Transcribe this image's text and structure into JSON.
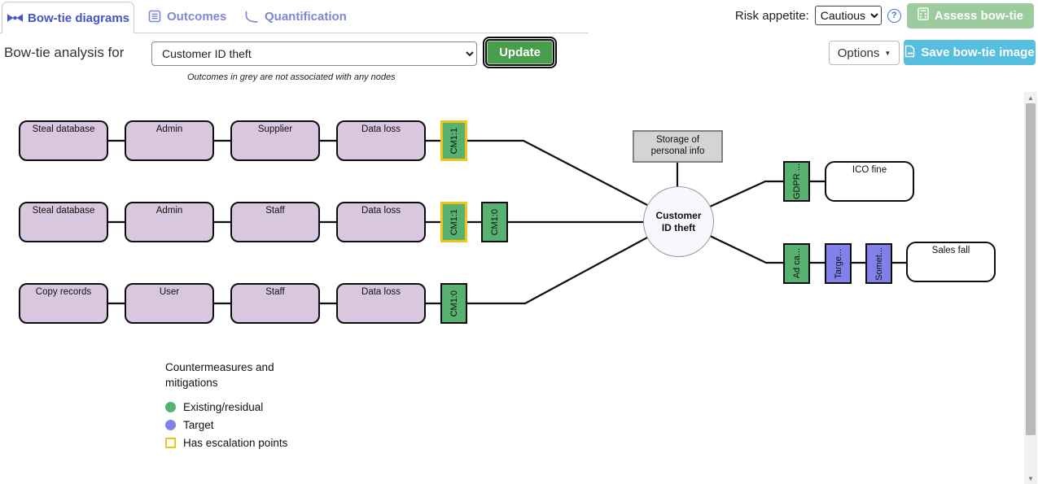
{
  "tabs": [
    {
      "label": "Bow-tie diagrams",
      "active": true
    },
    {
      "label": "Outcomes",
      "active": false
    },
    {
      "label": "Quantification",
      "active": false
    }
  ],
  "header": {
    "risk_appetite_label": "Risk appetite:",
    "risk_appetite_value": "Cautious",
    "assess_button_label": "Assess bow-tie"
  },
  "toolbar": {
    "title": "Bow-tie analysis for",
    "scenario_value": "Customer ID theft",
    "update_label": "Update",
    "note": "Outcomes in grey are not associated with any nodes",
    "options_label": "Options",
    "save_image_label": "Save bow-tie image"
  },
  "diagram": {
    "hazard": {
      "label": "Storage of personal info"
    },
    "event": {
      "label": "Customer ID theft"
    },
    "chains": [
      {
        "nodes": [
          "Steal database",
          "Admin",
          "Supplier",
          "Data loss"
        ],
        "cms": [
          {
            "label": "CM1:1",
            "type": "existing",
            "escalation": true
          }
        ]
      },
      {
        "nodes": [
          "Steal database",
          "Admin",
          "Staff",
          "Data loss"
        ],
        "cms": [
          {
            "label": "CM1:1",
            "type": "existing",
            "escalation": true
          },
          {
            "label": "CM1:0",
            "type": "existing",
            "escalation": false
          }
        ]
      },
      {
        "nodes": [
          "Copy records",
          "User",
          "Staff",
          "Data loss"
        ],
        "cms": [
          {
            "label": "CM1:0",
            "type": "existing",
            "escalation": false
          }
        ]
      }
    ],
    "outcomes": [
      {
        "label": "ICO fine",
        "cms": [
          {
            "label": "GDPR ...",
            "type": "existing"
          }
        ]
      },
      {
        "label": "Sales fall",
        "cms": [
          {
            "label": "Ad ca...",
            "type": "existing"
          },
          {
            "label": "Targe...",
            "type": "target"
          },
          {
            "label": "Somet...",
            "type": "target"
          }
        ]
      }
    ]
  },
  "legend": {
    "title": "Countermeasures and mitigations",
    "items": [
      {
        "label": "Existing/residual",
        "swatch": "green-dot"
      },
      {
        "label": "Target",
        "swatch": "purple-dot"
      },
      {
        "label": "Has escalation points",
        "swatch": "yellow-outline"
      }
    ]
  },
  "icons": {
    "help_glyph": "?",
    "caret_down": "▼",
    "arrow_up": "▲",
    "arrow_down": "▼"
  },
  "colors": {
    "accent_blue": "#4455c8",
    "existing_green": "#57b171",
    "target_purple": "#8181e9",
    "escalation_yellow": "#f0c419",
    "threat_fill": "#d9c6df",
    "save_button_blue": "#56bede",
    "assess_button_green": "#9ccc9e",
    "update_button_green": "#4a9d4a"
  }
}
